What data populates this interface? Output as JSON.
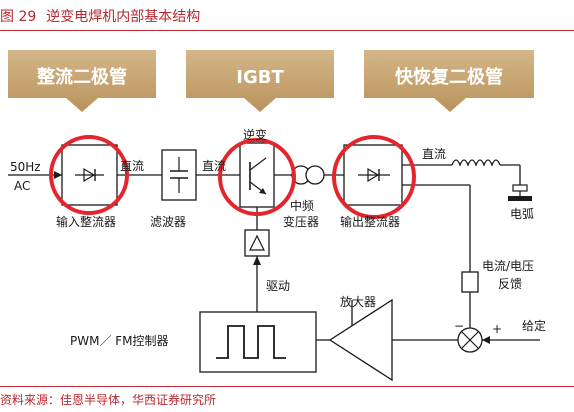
{
  "figure": {
    "number": "图 29",
    "title": "逆变电焊机内部基本结构",
    "source": "资料来源：佳恩半导体，华西证券研究所"
  },
  "callouts": {
    "rectifier_diode": "整流二极管",
    "igbt": "IGBT",
    "fast_recovery_diode": "快恢复二极管"
  },
  "labels": {
    "input_top": "50Hz",
    "input_bottom": "AC",
    "dc1": "直流",
    "dc2": "直流",
    "dc3": "直流",
    "input_rectifier": "输入整流器",
    "filter": "滤波器",
    "inverter": "逆变",
    "mid_freq_1": "中频",
    "mid_freq_2": "变压器",
    "output_rectifier": "输出整流器",
    "arc": "电弧",
    "drive": "驱动",
    "feedback_1": "电流/电压",
    "feedback_2": "反馈",
    "amplifier": "放大器",
    "setpoint": "给定",
    "plus": "+",
    "minus": "−",
    "controller": "PWM／ FM控制器"
  },
  "colors": {
    "brand_red": "#b8282e",
    "callout_gold": "#c7a472",
    "highlight_circle": "#e3262d",
    "line": "#1a1a1a"
  }
}
